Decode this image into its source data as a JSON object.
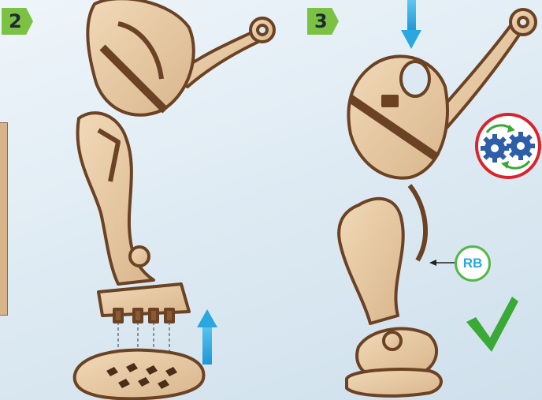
{
  "steps": {
    "step2": {
      "number": "2"
    },
    "step3": {
      "number": "3"
    }
  },
  "labels": {
    "rb": "RB"
  },
  "icons": {
    "gears": "gears-rotate-icon",
    "check": "checkmark-icon",
    "arrow_up": "arrow-up-icon",
    "arrow_down": "arrow-down-icon",
    "arrow_left": "arrow-left-icon"
  },
  "colors": {
    "badge_green": "#7cc242",
    "arrow_blue": "#29a8e0",
    "wood_light": "#e8cba4",
    "wood_edge": "#6b4224",
    "gear_ring_red": "#d9232d",
    "gear_blue": "#2f5ea8",
    "check_green": "#3aa935"
  }
}
